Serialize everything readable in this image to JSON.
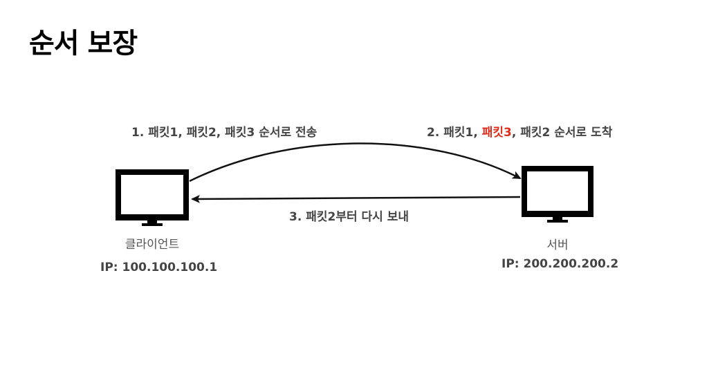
{
  "title": "순서 보장",
  "client": {
    "label": "클라이언트",
    "ip": "IP: 100.100.100.1"
  },
  "server": {
    "label": "서버",
    "ip": "IP: 200.200.200.2"
  },
  "steps": {
    "send": "1. 패킷1, 패킷2, 패킷3 순서로 전송",
    "arrive_prefix": "2. 패킷1, ",
    "arrive_highlight": "패킷3",
    "arrive_suffix": ", 패킷2 순서로 도착",
    "resend": "3. 패킷2부터 다시 보내"
  },
  "colors": {
    "highlight": "#e02a1a",
    "monitor": "#000000",
    "arrow": "#111111"
  }
}
